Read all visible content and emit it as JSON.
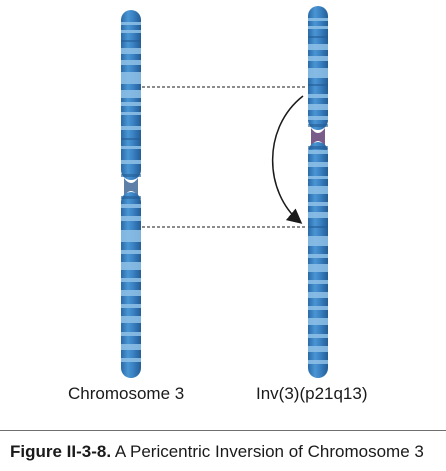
{
  "labels": {
    "left": "Chromosome 3",
    "right": "Inv(3)(p21q13)"
  },
  "caption": {
    "prefix": "Figure II-3-8.",
    "text": "A Pericentric Inversion of Chromosome 3"
  },
  "colors": {
    "chromosome_body": "#3a82c4",
    "chromosome_dark_band": "#2d6eae",
    "chromosome_light_band": "#8fc2e8",
    "centromere": "#7a5c8a"
  }
}
